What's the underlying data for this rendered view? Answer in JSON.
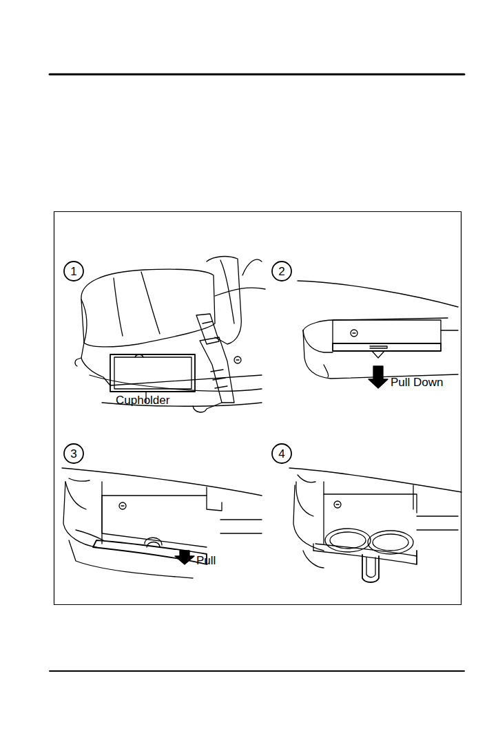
{
  "diagram": {
    "labels": [
      "1",
      "Cupholder",
      "2",
      "Pull Down",
      "3",
      "Pull",
      "4"
    ]
  }
}
